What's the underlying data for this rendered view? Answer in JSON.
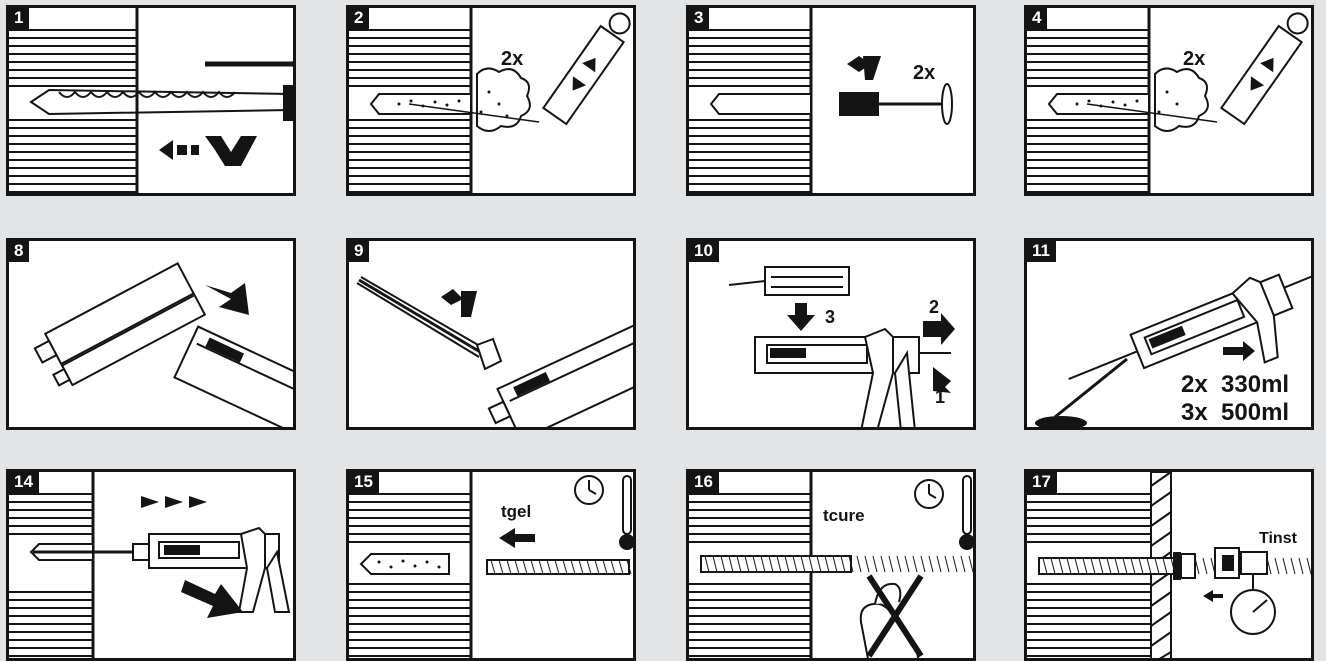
{
  "steps": [
    {
      "number": "1"
    },
    {
      "number": "2",
      "repeat": "2x"
    },
    {
      "number": "3",
      "repeat": "2x"
    },
    {
      "number": "4",
      "repeat": "2x"
    },
    {
      "number": "8"
    },
    {
      "number": "9"
    },
    {
      "number": "10",
      "label_a": "3",
      "label_b": "2",
      "label_c": "1"
    },
    {
      "number": "11",
      "line1": "2x  330ml",
      "line2": "3x  500ml"
    },
    {
      "number": "14"
    },
    {
      "number": "15",
      "time_label": "tgel"
    },
    {
      "number": "16",
      "time_label": "tcure"
    },
    {
      "number": "17",
      "torque_label": "Tinst"
    }
  ],
  "colors": {
    "background": "#e3e4e6",
    "ink": "#141414",
    "panel": "#ffffff"
  }
}
